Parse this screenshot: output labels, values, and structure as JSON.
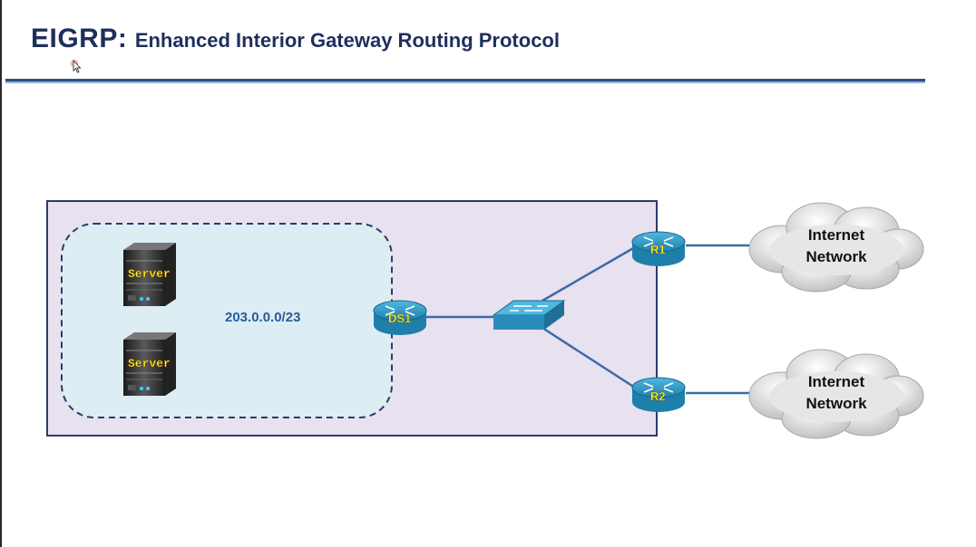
{
  "header": {
    "title_abbr": "EIGRP:",
    "title_full": "Enhanced Interior Gateway Routing Protocol"
  },
  "diagram": {
    "subnet_label": "203.0.0.0/23",
    "servers": [
      {
        "label": "Server"
      },
      {
        "label": "Server"
      }
    ],
    "routers": {
      "ds1": "DS1",
      "r1": "R1",
      "r2": "R2"
    },
    "clouds": [
      {
        "line1": "Internet",
        "line2": "Network"
      },
      {
        "line1": "Internet",
        "line2": "Network"
      }
    ]
  },
  "colors": {
    "title": "#1f2f5c",
    "rule": "#2b4f8a",
    "domain_fill": "#e8e1ef",
    "domain_border": "#2b3a6a",
    "subnet_fill": "#dcedf3",
    "router": "#3aa3cf",
    "link": "#3a6aa8",
    "label_yellow": "#ffff33"
  }
}
